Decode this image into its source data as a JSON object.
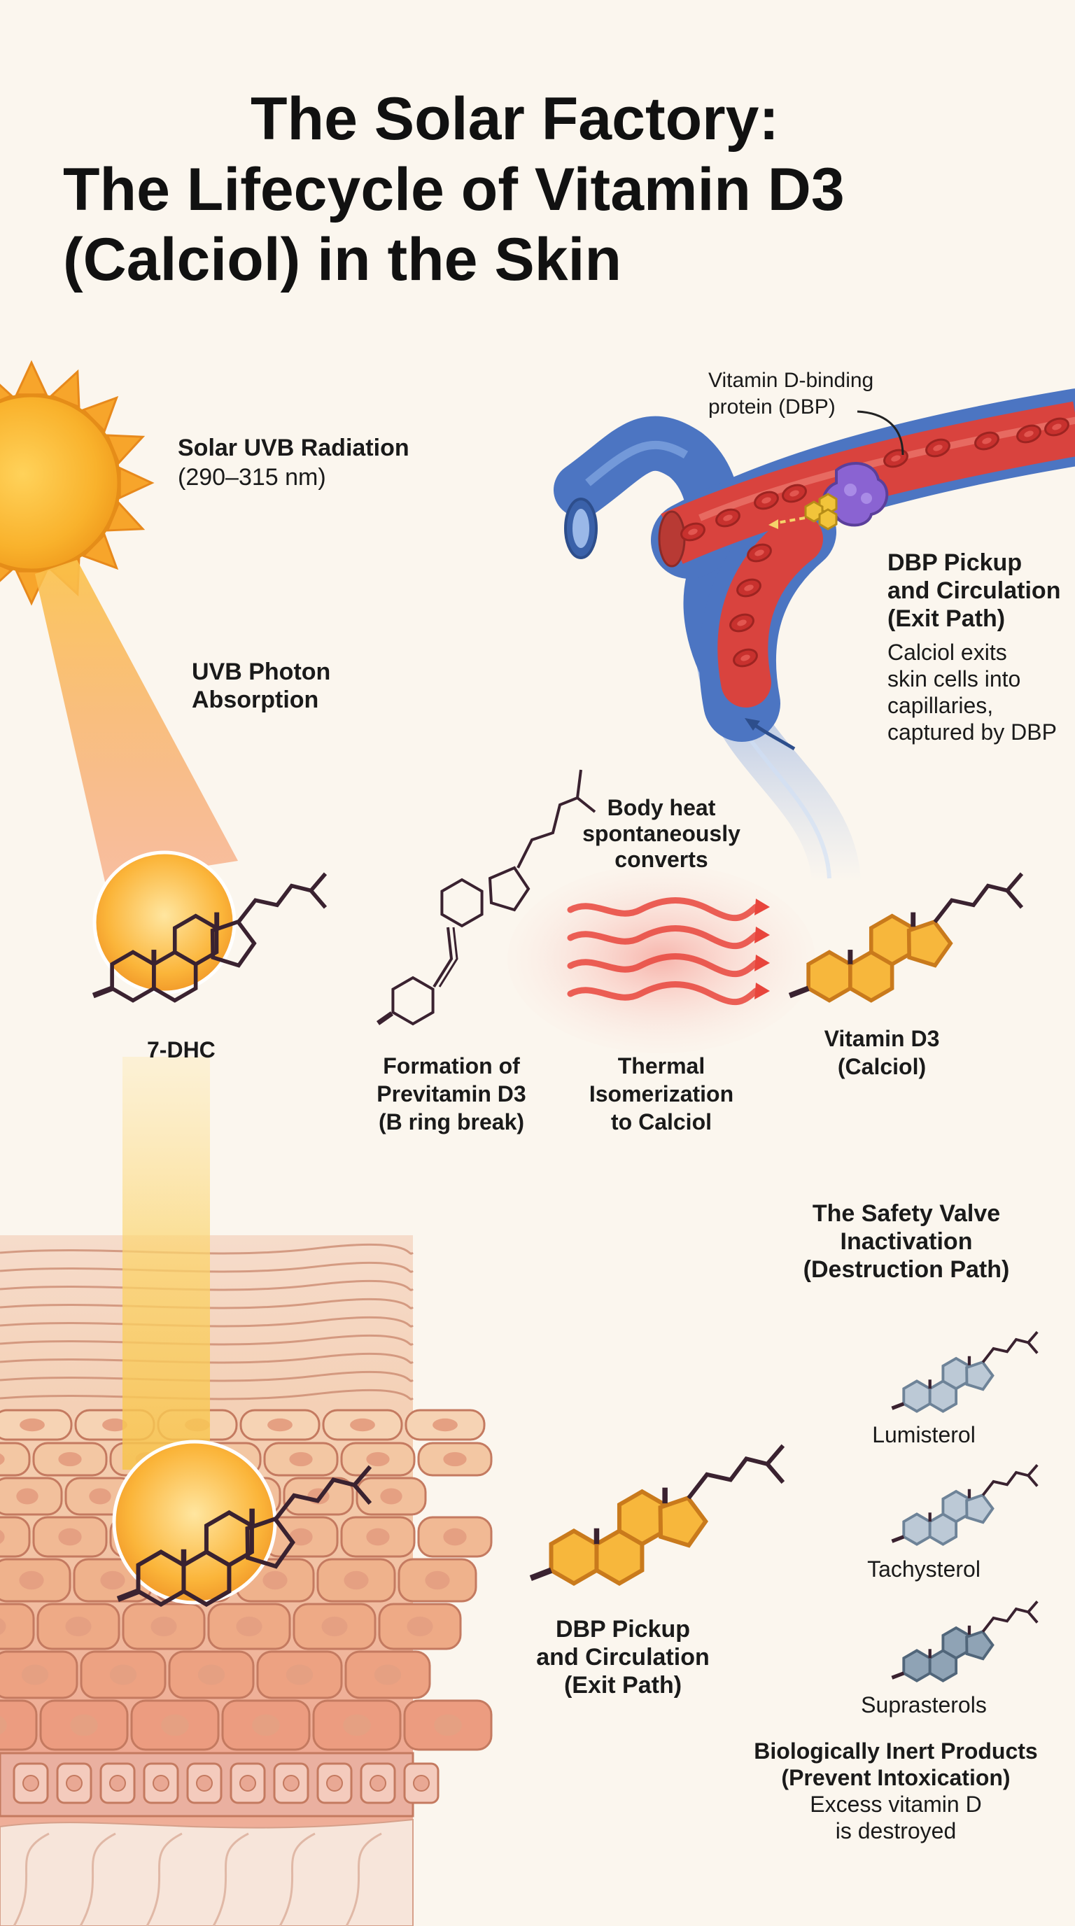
{
  "title": {
    "line1": "The Solar Factory:",
    "line2": "The Lifecycle of Vitamin D3",
    "line3": "(Calciol) in the Skin"
  },
  "solar": {
    "label": "Solar UVB Radiation",
    "range": "(290–315 nm)",
    "absorption_line1": "UVB Photon",
    "absorption_line2": "Absorption"
  },
  "molecules": {
    "dhc": "7-DHC",
    "previtamin_line1": "Formation of",
    "previtamin_line2": "Previtamin D3",
    "previtamin_line3": "(B ring break)",
    "heat_line1": "Body heat",
    "heat_line2": "spontaneously",
    "heat_line3": "converts",
    "thermal_line1": "Thermal",
    "thermal_line2": "Isomerization",
    "thermal_line3": "to Calciol",
    "vitd3_line1": "Vitamin D3",
    "vitd3_line2": "(Calciol)"
  },
  "vessel": {
    "dbp_line1": "Vitamin D-binding",
    "dbp_line2": "protein (DBP)",
    "exit_title_line1": "DBP Pickup",
    "exit_title_line2": "and Circulation",
    "exit_title_line3": "(Exit Path)",
    "exit_desc_line1": "Calciol exits",
    "exit_desc_line2": "skin cells into",
    "exit_desc_line3": "capillaries,",
    "exit_desc_line4": "captured by DBP"
  },
  "safety": {
    "title_line1": "The Safety Valve",
    "title_line2": "Inactivation",
    "title_line3": "(Destruction Path)",
    "products": [
      "Lumisterol",
      "Tachysterol",
      "Suprasterols"
    ],
    "inert_line1": "Biologically Inert Products",
    "inert_line2": "(Prevent Intoxication)",
    "inert_line3": "Excess vitamin D",
    "inert_line4": "is destroyed"
  },
  "lower": {
    "exit_line1": "DBP Pickup",
    "exit_line2": "and Circulation",
    "exit_line3": "(Exit Path)"
  },
  "colors": {
    "background": "#fbf6ee",
    "sun": "#f6a623",
    "ring_fill": "#f7b73c",
    "vessel_vein": "#5a86cf",
    "vessel_artery": "#d9433e",
    "dbp_protein": "#8a63d2",
    "heat": "#e8453c",
    "skin": "#f0b89a",
    "inert_molecule": "#8fa3b5"
  },
  "icons": [
    "sun-icon",
    "blood-vessel-icon",
    "heat-wave-icon",
    "skin-layer-icon",
    "molecule-icon"
  ]
}
